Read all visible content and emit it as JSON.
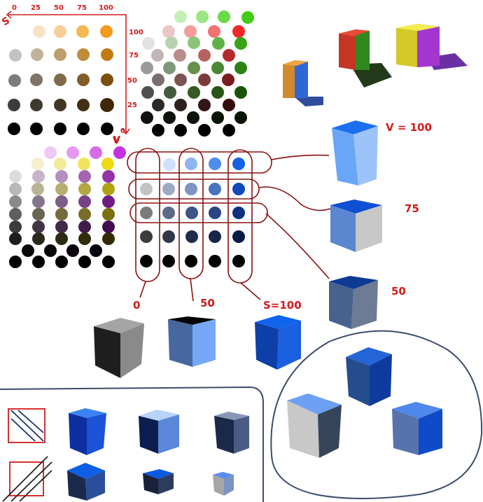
{
  "grid1": {
    "s_label": "S",
    "v_label": "V",
    "s_ticks": [
      "0",
      "25",
      "50",
      "75",
      "100"
    ],
    "v_ticks": [
      "100",
      "75",
      "50",
      "25",
      "0"
    ]
  },
  "grid4": {
    "v_label": "V"
  },
  "annotations": {
    "v100": "V = 100",
    "v75": "75",
    "v50": "50",
    "s0": "0",
    "s50": "50",
    "s100": "S=100"
  },
  "colors": {
    "annotation_red": "#d41a1a",
    "circle_outline_dark_red": "#8a1010",
    "panel_outline_navy": "#3b4c6b"
  },
  "icons": [
    "fill-pattern-diagonal-blue-icon",
    "fill-pattern-diagonal-dark-icon"
  ]
}
